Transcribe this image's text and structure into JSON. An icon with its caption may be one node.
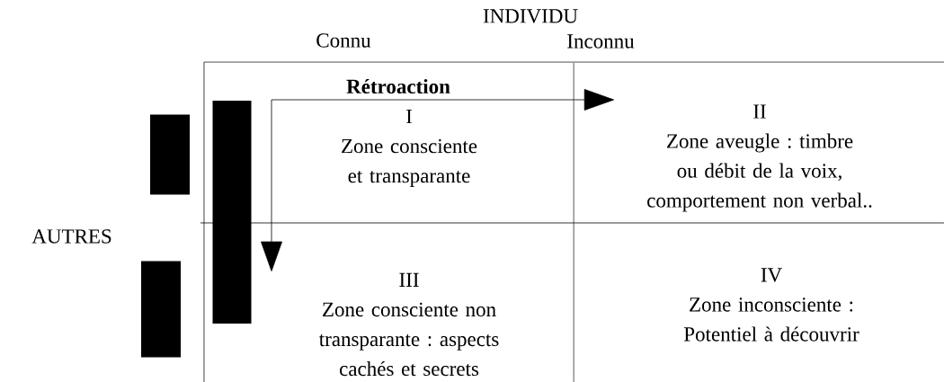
{
  "diagram": {
    "nodes": [
      {
        "text": [
          "I",
          "Zone consciente et transparante"
        ]
      },
      {
        "text": [
          "II",
          "Zone aveugle : timbre ou débit de la voix, comportement non verbal.."
        ]
      },
      {
        "text": [
          "III",
          "Zone consciente non transparante : aspects cachés et secrets"
        ]
      },
      {
        "text": [
          "IV",
          "Zone inconsciente : Potentiel à découvrir"
        ]
      },
      {
        "text": [],
        "shape": "bar"
      },
      {
        "text": [],
        "shape": "bar"
      },
      {
        "text": [],
        "shape": "bar"
      }
    ],
    "edges": [
      {
        "from": null,
        "to": 1,
        "arrow": "to",
        "label": "**Rétroaction**"
      },
      {
        "from": null,
        "to": 2,
        "arrow": "to"
      }
    ],
    "labels": [
      "INDIVIDU",
      "Connu",
      "Inconnu",
      "AUTRES"
    ]
  }
}
